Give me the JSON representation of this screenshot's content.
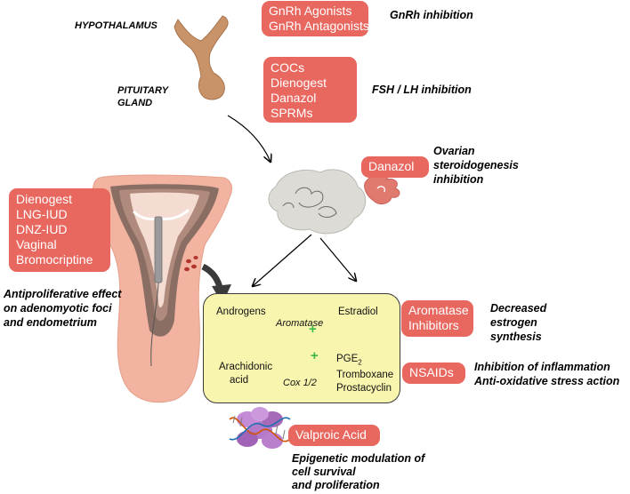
{
  "labels": {
    "hypothalamus": "HYPOTHALAMUS",
    "pituitary": [
      "PITUITARY",
      "GLAND"
    ]
  },
  "pills": {
    "gnrh": [
      "GnRh Agonists",
      "GnRh Antagonists"
    ],
    "fsh": [
      "COCs",
      "Dienogest",
      "Danazol",
      "SPRMs"
    ],
    "danazol": "Danazol",
    "uterine": [
      "Dienogest",
      "LNG-IUD",
      "DNZ-IUD",
      "Vaginal",
      "Bromocriptine"
    ],
    "aromatase": [
      "Aromatase",
      "Inhibitors"
    ],
    "nsaids": "NSAIDs",
    "valproic": "Valproic Acid"
  },
  "effects": {
    "gnrh": "GnRh inhibition",
    "fsh": "FSH / LH inhibition",
    "ovarian": [
      "Ovarian",
      "steroidogenesis",
      "inhibition"
    ],
    "antiproliferative": [
      "Antiproliferative effect",
      "on adenomyotic foci",
      "and endometrium"
    ],
    "estrogen": [
      "Decreased",
      "estrogen",
      "synthesis"
    ],
    "inflammation": [
      "Inhibition of inflammation",
      "Anti-oxidative stress action"
    ],
    "epigenetic": [
      "Epigenetic modulation of",
      "cell survival",
      "and proliferation"
    ]
  },
  "pathway": {
    "androgens": "Androgens",
    "aromatase": "Aromatase",
    "estradiol": "Estradiol",
    "arachidonic": [
      "Arachidonic",
      "acid"
    ],
    "cox": "Cox 1/2",
    "pge": "PGE",
    "pge_sub": "2",
    "tromboxane": "Tromboxane",
    "prostacyclin": "Prostacyclin",
    "plus": "+"
  },
  "colors": {
    "pill": "#e8675f",
    "box": "#f7f5ae",
    "green": "#3cb84a",
    "uterus": "#f2b3a0",
    "pituitary": "#c9936a",
    "ovary": "#dcdbd6"
  }
}
